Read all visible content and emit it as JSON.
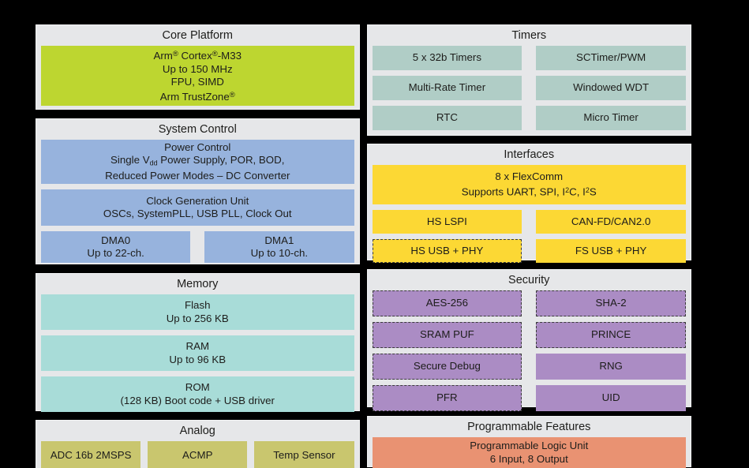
{
  "groups": {
    "core_platform": {
      "title": "Core Platform",
      "blocks": [
        {
          "lines": [
            "Arm ® Cortex ®-M33",
            "Up to 150 MHz",
            "FPU, SIMD",
            "Arm TrustZone®"
          ],
          "color": "#bdd630",
          "dashed": false
        }
      ]
    },
    "system_control": {
      "title": "System Control",
      "power": {
        "l1": "Power Control",
        "l2a": "Single V",
        "l2b": "dd",
        "l2c": " Power Supply, POR, BOD,",
        "l3": "Reduced Power Modes – DC Converter"
      },
      "clock": {
        "l1": "Clock Generation Unit",
        "l2": "OSCs, SystemPLL, USB PLL, Clock Out"
      },
      "dma0": {
        "l1": "DMA0",
        "l2": "Up to 22-ch."
      },
      "dma1": {
        "l1": "DMA1",
        "l2": "Up to 10-ch."
      },
      "color": "#97b3dd"
    },
    "memory": {
      "title": "Memory",
      "color": "#a8dcd8",
      "blocks": [
        {
          "l1": "Flash",
          "l2": "Up to 256 KB"
        },
        {
          "l1": "RAM",
          "l2": "Up to 96 KB"
        },
        {
          "l1": "ROM",
          "l2": "(128 KB) Boot code + USB driver"
        }
      ]
    },
    "analog": {
      "title": "Analog",
      "color": "#c9c66e",
      "blocks": [
        {
          "label": "ADC 16b 2MSPS"
        },
        {
          "label": "ACMP"
        },
        {
          "label": "Temp Sensor"
        }
      ]
    },
    "timers": {
      "title": "Timers",
      "color": "#b0cdc6",
      "rows": [
        [
          {
            "label": "5 x 32b Timers"
          },
          {
            "label": "SCTimer/PWM"
          }
        ],
        [
          {
            "label": "Multi-Rate  Timer"
          },
          {
            "label": "Windowed WDT"
          }
        ],
        [
          {
            "label": "RTC"
          },
          {
            "label": "Micro  Timer"
          }
        ]
      ]
    },
    "interfaces": {
      "title": "Interfaces",
      "color": "#fcd834",
      "flexcomm": {
        "l1": "8 x FlexComm",
        "l2a": "Supports UART, SPI, I",
        "l2sup1": "2",
        "l2b": "C, I",
        "l2sup2": "2",
        "l2c": "S"
      },
      "rows": [
        [
          {
            "label": "HS LSPI",
            "dashed": false
          },
          {
            "label": "CAN-FD/CAN2.0",
            "dashed": false
          }
        ],
        [
          {
            "label": "HS USB + PHY",
            "dashed": true
          },
          {
            "label": "FS USB + PHY",
            "dashed": false
          }
        ]
      ]
    },
    "security": {
      "title": "Security",
      "color": "#ab8cc4",
      "rows": [
        [
          {
            "label": "AES-256",
            "dashed": true
          },
          {
            "label": "SHA-2",
            "dashed": true
          }
        ],
        [
          {
            "label": "SRAM PUF",
            "dashed": true
          },
          {
            "label": "PRINCE",
            "dashed": true
          }
        ],
        [
          {
            "label": "Secure Debug",
            "dashed": true
          },
          {
            "label": "RNG",
            "dashed": false
          }
        ],
        [
          {
            "label": "PFR",
            "dashed": true
          },
          {
            "label": "UID",
            "dashed": false
          }
        ]
      ]
    },
    "programmable_features": {
      "title": "Programmable Features",
      "color": "#e99272",
      "block": {
        "l1": "Programmable Logic Unit",
        "l2": "6 Input, 8 Output"
      }
    }
  },
  "colors": {
    "background": "#000000",
    "panel": "#e6e7e9",
    "text": "#1d1d1b"
  }
}
